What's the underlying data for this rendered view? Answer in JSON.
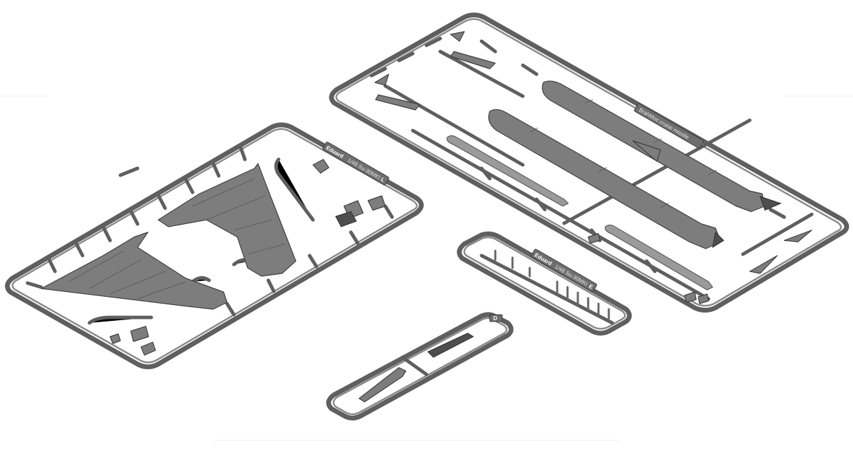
{
  "scene": {
    "background": "#ffffff",
    "plastic_color": "#7d7d7d",
    "frame_color": "#5f5f5f"
  },
  "sprues": {
    "left": {
      "tab_brand": "Eduard",
      "tab_text": "1/48 Su-30MKI",
      "tab_letter": "L"
    },
    "right": {
      "tab_text": "BrahMos cruise missile"
    },
    "small": {
      "tab_brand": "Eduard",
      "tab_text": "1/48 Su-30MKI",
      "tab_letter": "E"
    },
    "bottom": {
      "tab_letter": "D"
    }
  }
}
